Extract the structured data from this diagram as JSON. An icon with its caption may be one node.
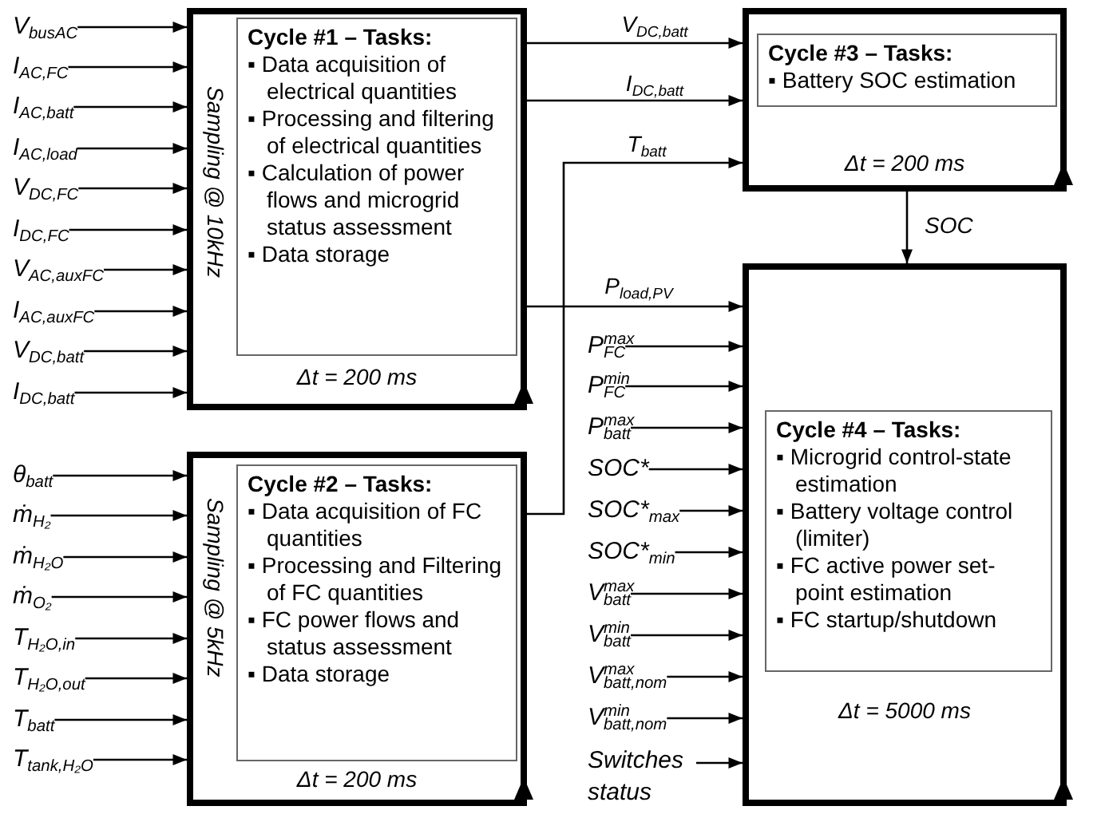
{
  "diagram": {
    "nodes": [
      {
        "text": [
          "Sampling @ 10kHz",
          "Δt = 200 ms"
        ]
      },
      {
        "text": [
          "Cycle #1 – Tasks:",
          "▪ Data acquisition of electrical quantities",
          "▪ Processing and filtering of electrical quantities",
          "▪ Calculation of power flows and microgrid status assessment",
          "▪ Data storage"
        ],
        "in": 0
      },
      {
        "text": [
          "Δt = 200 ms"
        ]
      },
      {
        "text": [
          "Cycle #3 – Tasks:",
          "▪ Battery SOC estimation"
        ],
        "in": 2
      },
      {
        "text": [
          "Sampling @ 5kHz",
          "Δt = 200 ms"
        ]
      },
      {
        "text": [
          "Cycle #2 – Tasks:",
          "▪ Data acquisition of FC quantities",
          "▪ Processing and Filtering of FC quantities",
          "▪ FC power flows and status assessment",
          "▪ Data storage"
        ],
        "in": 4
      },
      {
        "text": [
          "Δt = 5000 ms"
        ]
      },
      {
        "text": [
          "Cycle #4 – Tasks:",
          "▪ Microgrid control-state estimation",
          "▪ Battery voltage control (limiter)",
          "▪ FC active power set-point estimation",
          "▪ FC startup/shutdown"
        ],
        "in": 6
      },
      {
        "text": [
          "V$_{busAC}$"
        ]
      },
      {
        "text": [
          "I$_{AC,FC}$"
        ]
      },
      {
        "text": [
          "I$_{AC,batt}$"
        ]
      },
      {
        "text": [
          "I$_{AC,load}$"
        ]
      },
      {
        "text": [
          "V$_{DC,FC}$"
        ]
      },
      {
        "text": [
          "I$_{DC,FC}$"
        ]
      },
      {
        "text": [
          "V$_{AC,auxFC}$"
        ]
      },
      {
        "text": [
          "I$_{AC,auxFC}$"
        ]
      },
      {
        "text": [
          "V$_{DC,batt}$"
        ]
      },
      {
        "text": [
          "I$_{DC,batt}$"
        ]
      },
      {
        "text": [
          "θ$_{batt}$"
        ]
      },
      {
        "text": [
          "ṁ$_{H₂}$"
        ]
      },
      {
        "text": [
          "ṁ$_{H₂O}$"
        ]
      },
      {
        "text": [
          "ṁ$_{O₂}$"
        ]
      },
      {
        "text": [
          "T$_{H₂O,in}$"
        ]
      },
      {
        "text": [
          "T$_{H₂O,out}$"
        ]
      },
      {
        "text": [
          "T$_{batt}$"
        ]
      },
      {
        "text": [
          "T$_{tank,H₂O}$"
        ]
      },
      {
        "text": [
          "P$^{max}$$_{FC}$"
        ]
      },
      {
        "text": [
          "P$^{min}$$_{FC}$"
        ]
      },
      {
        "text": [
          "P$^{max}$$_{batt}$"
        ]
      },
      {
        "text": [
          "SOC*"
        ]
      },
      {
        "text": [
          "SOC*$_{max}$"
        ]
      },
      {
        "text": [
          "SOC*$_{min}$"
        ]
      },
      {
        "text": [
          "V$^{max}$$_{batt}$"
        ]
      },
      {
        "text": [
          "V$^{min}$$_{batt}$"
        ]
      },
      {
        "text": [
          "V$^{max}$$_{batt,nom}$"
        ]
      },
      {
        "text": [
          "V$^{min}$$_{batt,nom}$"
        ]
      },
      {
        "text": [
          "Switches status"
        ]
      }
    ],
    "edges": [
      {
        "from": 0,
        "to": 2,
        "arrow": "to",
        "label": "V$_{DC,batt}$"
      },
      {
        "from": 0,
        "to": 2,
        "arrow": "to",
        "label": "I$_{DC,batt}$"
      },
      {
        "from": 4,
        "to": 2,
        "arrow": "to",
        "label": "T$_{batt}$"
      },
      {
        "from": 0,
        "to": 6,
        "arrow": "to",
        "label": "P$_{load,PV}$"
      },
      {
        "from": 2,
        "to": 6,
        "arrow": "to",
        "label": "SOC"
      },
      {
        "from": 8,
        "to": 0,
        "arrow": "to"
      },
      {
        "from": 9,
        "to": 0,
        "arrow": "to"
      },
      {
        "from": 10,
        "to": 0,
        "arrow": "to"
      },
      {
        "from": 11,
        "to": 0,
        "arrow": "to"
      },
      {
        "from": 12,
        "to": 0,
        "arrow": "to"
      },
      {
        "from": 13,
        "to": 0,
        "arrow": "to"
      },
      {
        "from": 14,
        "to": 0,
        "arrow": "to"
      },
      {
        "from": 15,
        "to": 0,
        "arrow": "to"
      },
      {
        "from": 16,
        "to": 0,
        "arrow": "to"
      },
      {
        "from": 17,
        "to": 0,
        "arrow": "to"
      },
      {
        "from": 18,
        "to": 4,
        "arrow": "to"
      },
      {
        "from": 19,
        "to": 4,
        "arrow": "to"
      },
      {
        "from": 20,
        "to": 4,
        "arrow": "to"
      },
      {
        "from": 21,
        "to": 4,
        "arrow": "to"
      },
      {
        "from": 22,
        "to": 4,
        "arrow": "to"
      },
      {
        "from": 23,
        "to": 4,
        "arrow": "to"
      },
      {
        "from": 24,
        "to": 4,
        "arrow": "to"
      },
      {
        "from": 25,
        "to": 4,
        "arrow": "to"
      },
      {
        "from": 26,
        "to": 6,
        "arrow": "to"
      },
      {
        "from": 27,
        "to": 6,
        "arrow": "to"
      },
      {
        "from": 28,
        "to": 6,
        "arrow": "to"
      },
      {
        "from": 29,
        "to": 6,
        "arrow": "to"
      },
      {
        "from": 30,
        "to": 6,
        "arrow": "to"
      },
      {
        "from": 31,
        "to": 6,
        "arrow": "to"
      },
      {
        "from": 32,
        "to": 6,
        "arrow": "to"
      },
      {
        "from": 33,
        "to": 6,
        "arrow": "to"
      },
      {
        "from": 34,
        "to": 6,
        "arrow": "to"
      },
      {
        "from": 35,
        "to": 6,
        "arrow": "to"
      },
      {
        "from": 36,
        "to": 6,
        "arrow": "to"
      }
    ]
  }
}
